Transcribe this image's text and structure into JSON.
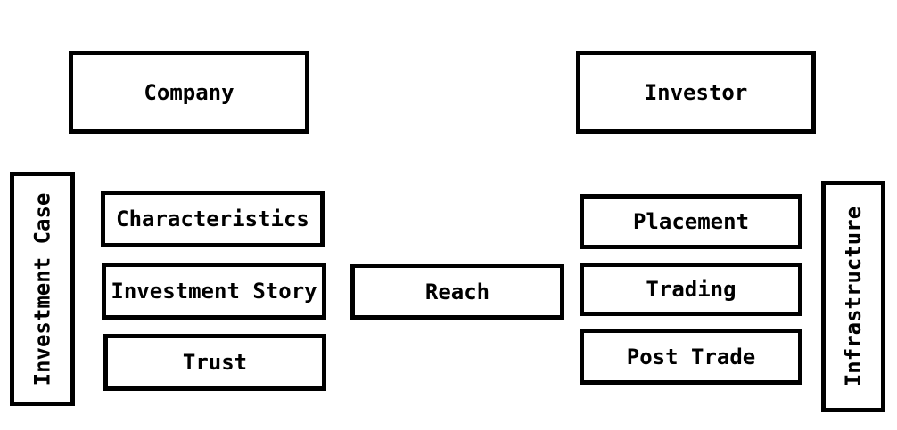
{
  "diagram": {
    "colors": {
      "background": "#ffffff",
      "border": "#000000",
      "text": "#000000"
    },
    "top_row": {
      "company_label": "Company",
      "investor_label": "Investor"
    },
    "left_rail_label": "Investment Case",
    "right_rail_label": "Infrastructure",
    "company_items": [
      "Characteristics",
      "Investment Story",
      "Trust"
    ],
    "center_item_label": "Reach",
    "investor_items": [
      "Placement",
      "Trading",
      "Post Trade"
    ]
  }
}
